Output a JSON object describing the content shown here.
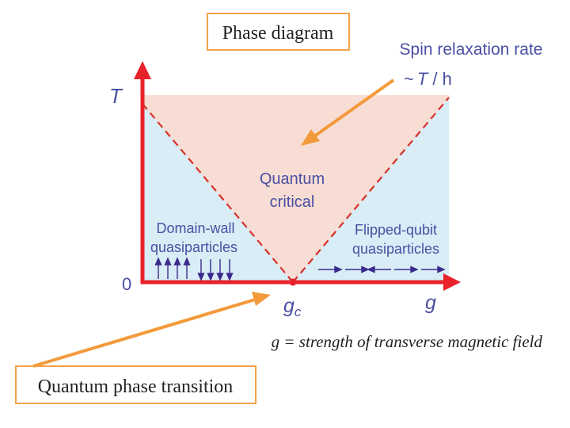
{
  "title_box": "Phase diagram",
  "spin_rate": {
    "title": "Spin relaxation rate",
    "formula_prefix": "~",
    "formula_T": "T",
    "formula_rest": " / h"
  },
  "axes": {
    "y_label": "T",
    "x_label": "g",
    "origin": "0",
    "critical_main": "g",
    "critical_sub": "c"
  },
  "regions": {
    "critical_line1": "Quantum",
    "critical_line2": "critical",
    "left_line1": "Domain-wall",
    "left_line2": "quasiparticles",
    "right_line1": "Flipped-qubit",
    "right_line2": "quasiparticles"
  },
  "caption": "g = strength of transverse magnetic field",
  "transition_box": "Quantum phase transition",
  "colors": {
    "axis": "#e8222b",
    "critical_fill": "#f8ddd4",
    "side_fill": "#d8edf6",
    "label_blue": "#4a4fa3",
    "orange": "#f39a3a",
    "box_border": "#f3a34a",
    "arrow_purple": "#3c2a8c"
  }
}
